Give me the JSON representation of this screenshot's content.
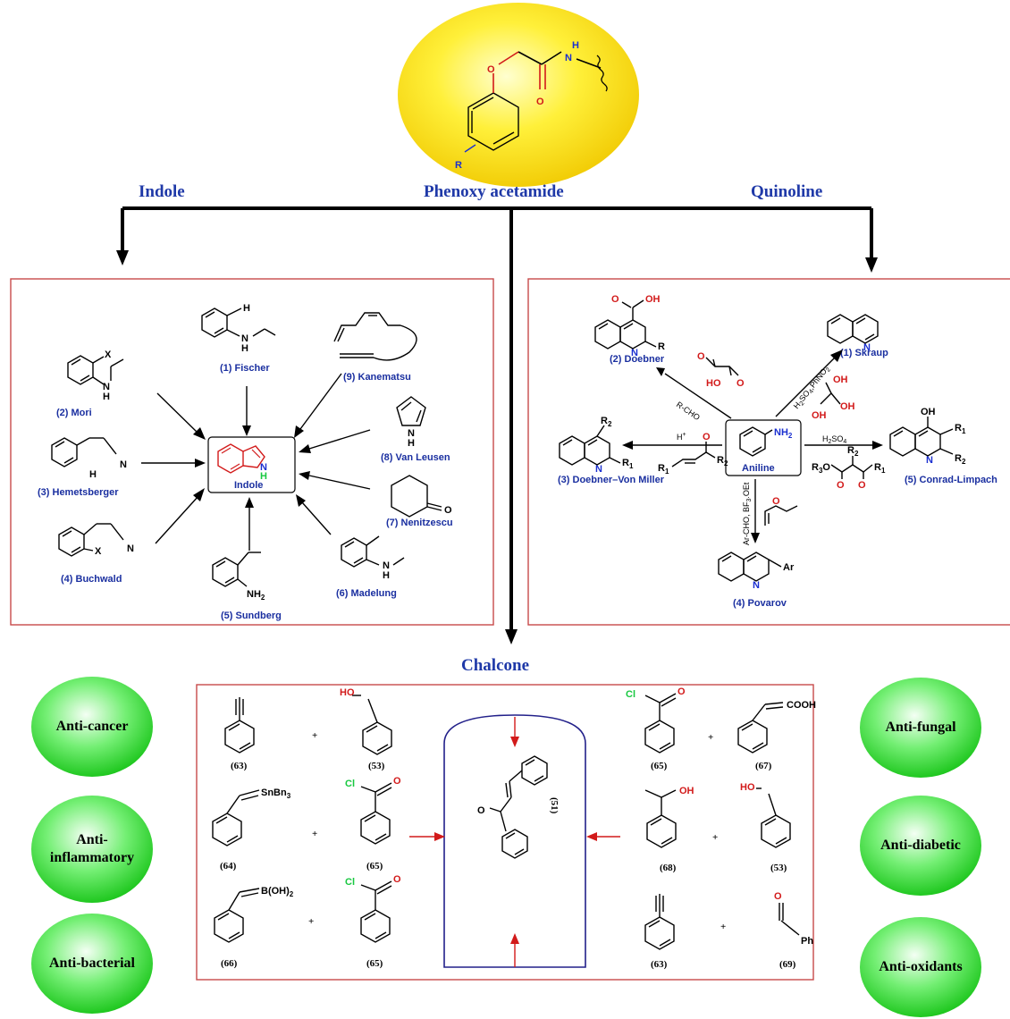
{
  "colors": {
    "frame": "#c84a4a",
    "blue_text": "#1f39a8",
    "oxygen": "#d21a1a",
    "nitrogen": "#1a2fd0",
    "chlorine": "#18c840",
    "chalcone_box": "#22208a",
    "sphere_yellow": "#ffe600",
    "sphere_green": "#2ed92e"
  },
  "top": {
    "core_atoms": {
      "o": "O",
      "n": "N",
      "h": "H",
      "carbonyl_o": "O",
      "r": "R"
    }
  },
  "headers": {
    "indole": "Indole",
    "phenoxy": "Phenoxy acetamide",
    "quinoline": "Quinoline",
    "chalcone": "Chalcone"
  },
  "indole_panel": {
    "center": "Indole",
    "center_nh": "H",
    "center_n": "N",
    "methods": [
      "(1) Fischer",
      "(2) Mori",
      "(3) Hemetsberger",
      "(4) Buchwald",
      "(5) Sundberg",
      "(6) Madelung",
      "(7) Nenitzescu",
      "(8) Van Leusen",
      "(9) Kanematsu"
    ],
    "atoms": {
      "fischer_h": "H",
      "fischer_n": "N",
      "fischer_nh": "H",
      "mori_x": "X",
      "mori_n": "N",
      "mori_nh": "H",
      "hem_h": "H",
      "hem_n": "N",
      "buch_x": "X",
      "buch_n": "N",
      "sund_nh2": "NH",
      "sund_sub": "2",
      "madel_n": "N",
      "madel_nh": "H",
      "nen_o": "O",
      "vl_n": "N",
      "vl_nh": "H"
    }
  },
  "quinoline_panel": {
    "center": "Aniline",
    "center_nh2": "NH",
    "center_sub": "2",
    "methods": [
      "(1) Skraup",
      "(2) Doebner",
      "(3) Doebner–Von Miller",
      "(4) Povarov",
      "(5) Conrad-Limpach"
    ],
    "reagents": {
      "skraup": "H",
      "skraup_sub1": "2",
      "skraup_mid": "SO",
      "skraup_sub2": "4",
      "skraup_tail": ",PhNO",
      "skraup_sub3": "2",
      "doebner": "R-CHO",
      "dvm": "H",
      "dvm_sup": "+",
      "conrad": "H",
      "conrad_sub1": "2",
      "conrad_mid": "SO",
      "conrad_sub2": "4",
      "povarov": "Ar-CHO, BF",
      "povarov_sub": "3",
      "povarov_tail": ".OEt"
    },
    "atoms": {
      "oh": "OH",
      "o": "O",
      "n": "N",
      "r": "R",
      "r1": "R",
      "r2": "R",
      "r3": "R",
      "ho": "HO",
      "ar": "Ar",
      "s1": "1",
      "s2": "2",
      "s3": "3"
    }
  },
  "chalcone_panel": {
    "product": "(51)",
    "o": "O",
    "plus": "+",
    "compounds": {
      "c63a": "(63)",
      "c53a": "(53)",
      "c64": "(64)",
      "c65a": "(65)",
      "c66": "(66)",
      "c65b": "(65)",
      "c65c": "(65)",
      "c67": "(67)",
      "c68": "(68)",
      "c53b": "(53)",
      "c63b": "(63)",
      "c69": "(69)"
    },
    "groups": {
      "ho": "HO",
      "cl": "Cl",
      "o": "O",
      "oh": "OH",
      "cooh": "COOH",
      "snbn3": "SnBn",
      "snbn3_sub": "3",
      "boh2": "B(OH)",
      "boh2_sub": "2",
      "ph": "Ph"
    }
  },
  "activities": {
    "left": [
      "Anti-cancer",
      "Anti-\ninflammatory",
      "Anti-bacterial"
    ],
    "right": [
      "Anti-fungal",
      "Anti-diabetic",
      "Anti-oxidants"
    ]
  }
}
